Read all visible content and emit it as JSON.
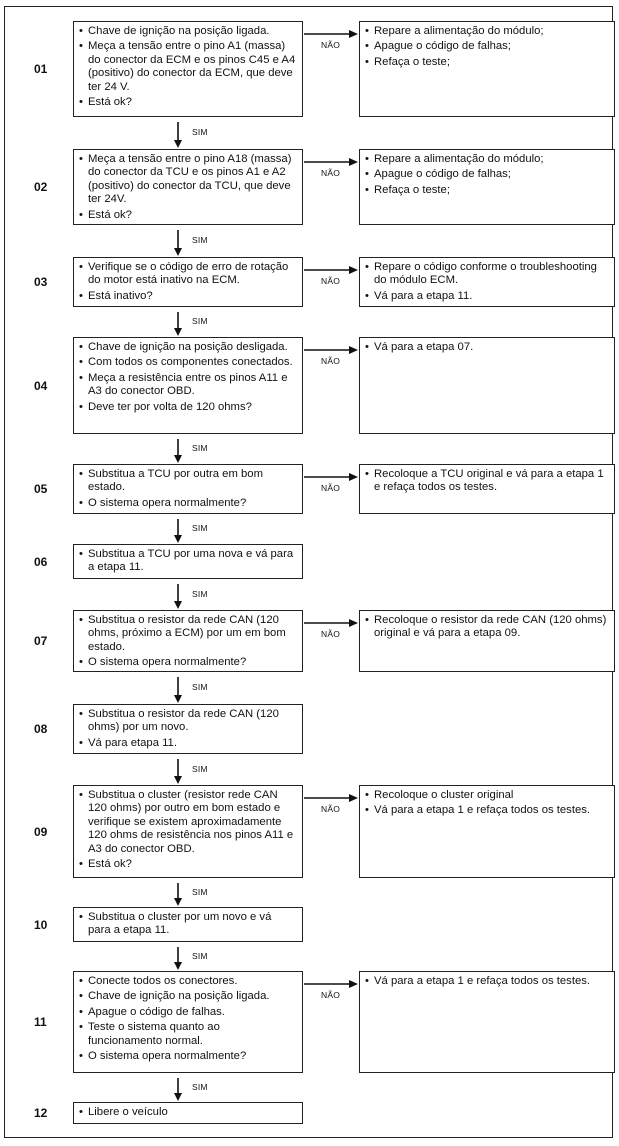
{
  "labels": {
    "yes": "SIM",
    "no": "NÃO"
  },
  "steps": [
    {
      "num": "01",
      "main": [
        "Chave de ignição na posição ligada.",
        "Meça a tensão entre o pino A1 (massa) do conector da ECM e os pinos C45 e A4 (positivo) do conector da ECM, que deve ter 24 V.",
        "Está ok?"
      ],
      "side": [
        "Repare a alimentação do módulo;",
        "Apague o código de falhas;",
        "Refaça o teste;"
      ]
    },
    {
      "num": "02",
      "main": [
        "Meça a tensão entre o pino A18 (massa) do conector da TCU e os pinos A1 e A2 (positivo) do conector da TCU, que deve ter 24V.",
        "Está ok?"
      ],
      "side": [
        "Repare a alimentação do módulo;",
        "Apague o código de falhas;",
        "Refaça o teste;"
      ]
    },
    {
      "num": "03",
      "main": [
        "Verifique se o código de erro de rotação do motor está inativo na ECM.",
        "Está inativo?"
      ],
      "side": [
        "Repare o código conforme o troubleshooting do módulo ECM.",
        "Vá para a etapa 11."
      ]
    },
    {
      "num": "04",
      "main": [
        "Chave de ignição na posição desligada.",
        "Com todos os componentes conectados.",
        "Meça a resistência entre os pinos A11 e A3 do conector OBD.",
        "Deve ter por volta de 120 ohms?"
      ],
      "side": [
        "Vá para a etapa 07."
      ]
    },
    {
      "num": "05",
      "main": [
        "Substitua a TCU por outra em bom estado.",
        "O sistema opera normalmente?"
      ],
      "side": [
        "Recoloque a TCU original e vá para a etapa 1 e refaça todos os testes."
      ]
    },
    {
      "num": "06",
      "main": [
        "Substitua a TCU por uma nova e vá para a etapa 11."
      ],
      "side": []
    },
    {
      "num": "07",
      "main": [
        "Substitua o resistor da rede CAN (120 ohms, próximo a ECM) por um em bom estado.",
        "O sistema opera normalmente?"
      ],
      "side": [
        "Recoloque o resistor da rede CAN (120 ohms) original e vá para a etapa 09."
      ]
    },
    {
      "num": "08",
      "main": [
        "Substitua o resistor da rede CAN (120 ohms) por um novo.",
        "Vá para etapa 11."
      ],
      "side": []
    },
    {
      "num": "09",
      "main": [
        "Substitua o cluster (resistor rede CAN 120 ohms) por outro em bom estado e verifique se existem aproximadamente 120 ohms de resistência nos pinos A11 e A3 do conector OBD.",
        "Está ok?"
      ],
      "side": [
        "Recoloque o cluster original",
        "Vá para a etapa 1 e refaça todos os testes."
      ]
    },
    {
      "num": "10",
      "main": [
        "Substitua o cluster por um novo e vá para a etapa 11."
      ],
      "side": []
    },
    {
      "num": "11",
      "main": [
        "Conecte todos os conectores.",
        "Chave de ignição na posição ligada.",
        "Apague o código de falhas.",
        "Teste o sistema quanto ao funcionamento normal.",
        "O sistema opera normalmente?"
      ],
      "side": [
        "Vá para a etapa 1 e refaça todos os testes."
      ]
    },
    {
      "num": "12",
      "main": [
        "Libere o veículo"
      ],
      "side": []
    }
  ]
}
